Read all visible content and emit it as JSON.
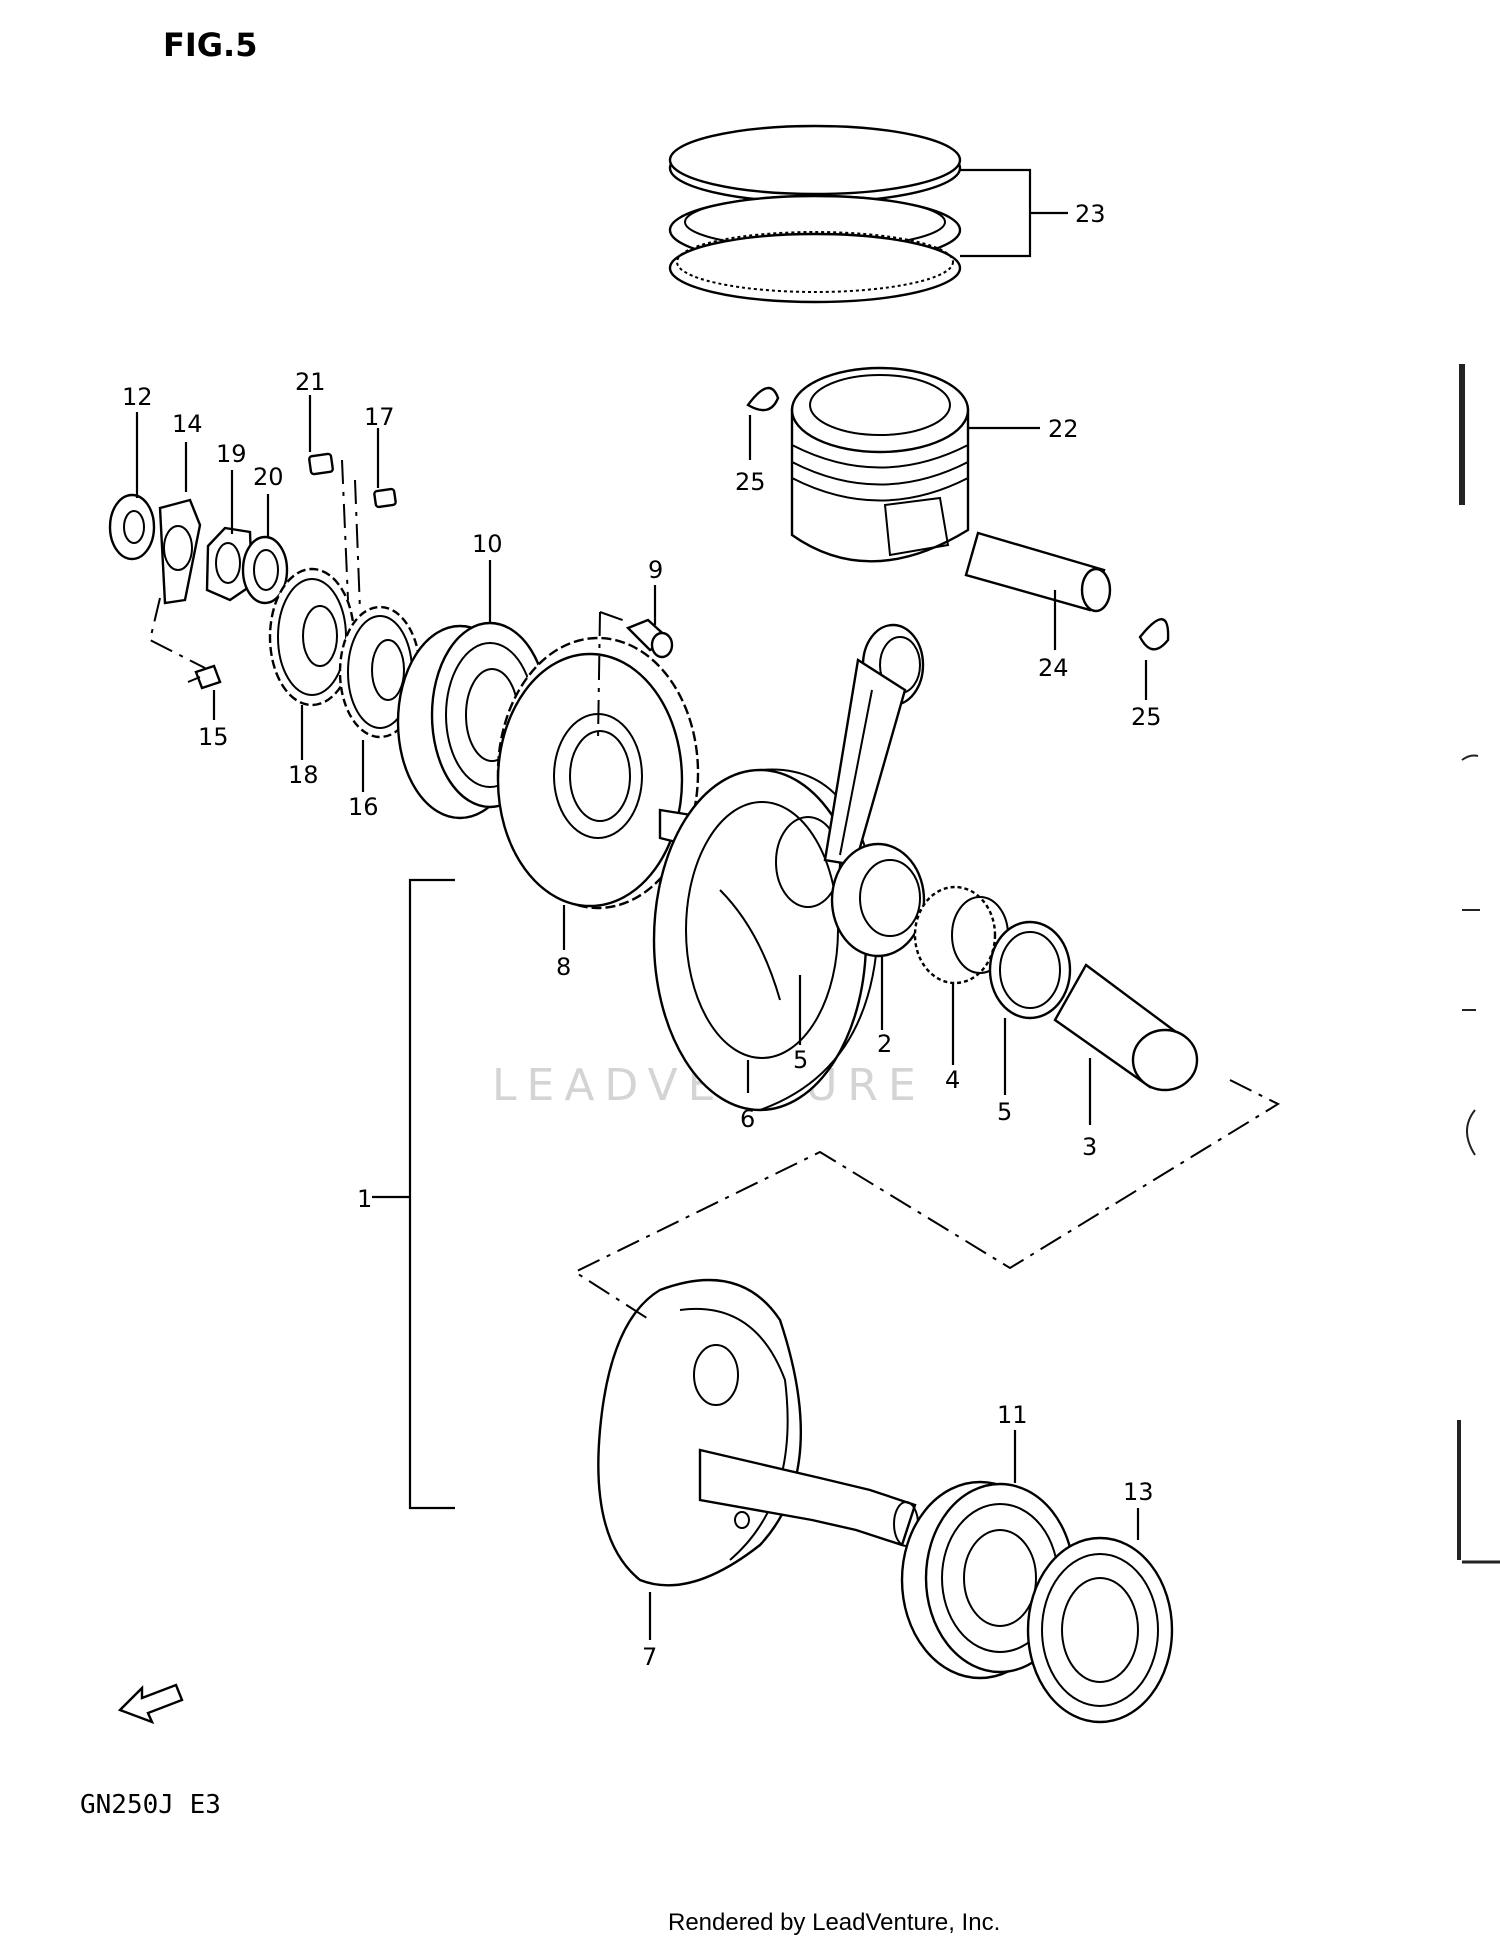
{
  "figure": {
    "title": "FIG.5",
    "model": "GN250J E3",
    "footer": "Rendered by LeadVenture, Inc.",
    "watermark": "LEADVENTURE",
    "fwd_label": "FWD"
  },
  "callouts": [
    "1",
    "2",
    "3",
    "4",
    "5",
    "5",
    "6",
    "7",
    "8",
    "9",
    "10",
    "11",
    "12",
    "13",
    "14",
    "15",
    "16",
    "17",
    "18",
    "19",
    "20",
    "21",
    "22",
    "23",
    "24",
    "25",
    "25"
  ]
}
